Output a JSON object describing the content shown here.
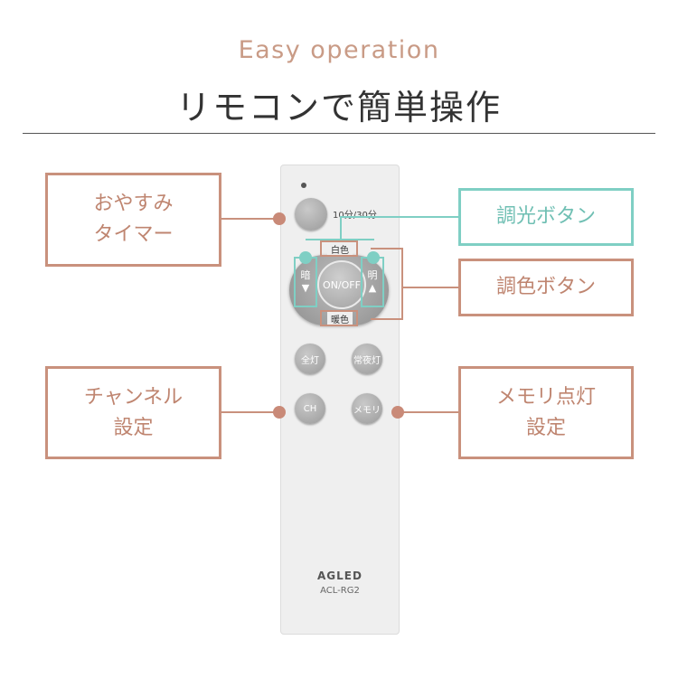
{
  "header": {
    "subtitle": "Easy operation",
    "title": "リモコンで簡単操作"
  },
  "callouts": {
    "sleep_timer": "おやすみ\nタイマー",
    "dimming": "調光ボタン",
    "color": "調色ボタン",
    "channel": "チャンネル\n設定",
    "memory": "メモリ点灯\n設定"
  },
  "remote": {
    "timer_label": "10分/30分",
    "white_label": "白色",
    "warm_label": "暖色",
    "dark_label": "暗",
    "bright_label": "明",
    "arrow_down": "▼",
    "arrow_up": "▲",
    "center_label": "ON/OFF",
    "full_label": "全灯",
    "night_label": "常夜灯",
    "ch_label": "CH",
    "memory_label": "メモリ",
    "brand": "AGLED",
    "model": "ACL-RG2"
  },
  "colors": {
    "accent": "#c9917d",
    "teal": "#7fcfc4",
    "title": "#333333"
  }
}
